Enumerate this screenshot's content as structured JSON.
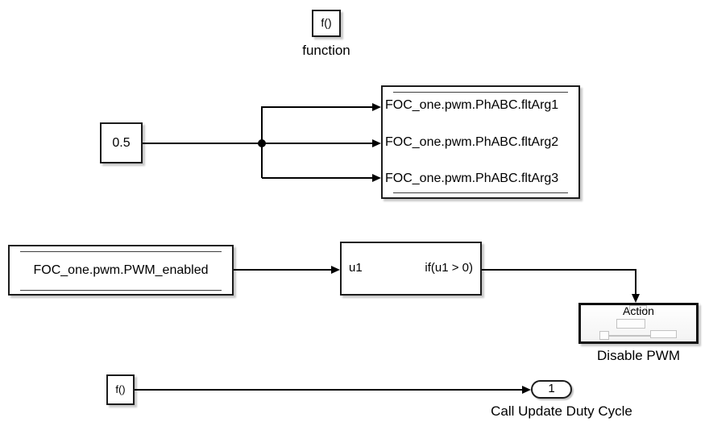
{
  "colors": {
    "background": "#ffffff",
    "wire": "#000000",
    "block_border": "#1c1c1c",
    "preview_gray": "#c2c2c2"
  },
  "function_block": {
    "glyph": "f()",
    "caption": "function"
  },
  "constant_block": {
    "value": "0.5"
  },
  "data_store_write": {
    "rows": [
      "FOC_one.pwm.PhABC.fltArg1",
      "FOC_one.pwm.PhABC.fltArg2",
      "FOC_one.pwm.PhABC.fltArg3"
    ]
  },
  "data_store_read": {
    "label": "FOC_one.pwm.PWM_enabled"
  },
  "if_block": {
    "input_port": "u1",
    "condition": "if(u1 > 0)"
  },
  "action_subsystem": {
    "port_label": "Action",
    "caption": "Disable PWM"
  },
  "function_caller_block": {
    "glyph": "f()"
  },
  "outport": {
    "value": "1",
    "caption": "Call Update Duty Cycle"
  }
}
